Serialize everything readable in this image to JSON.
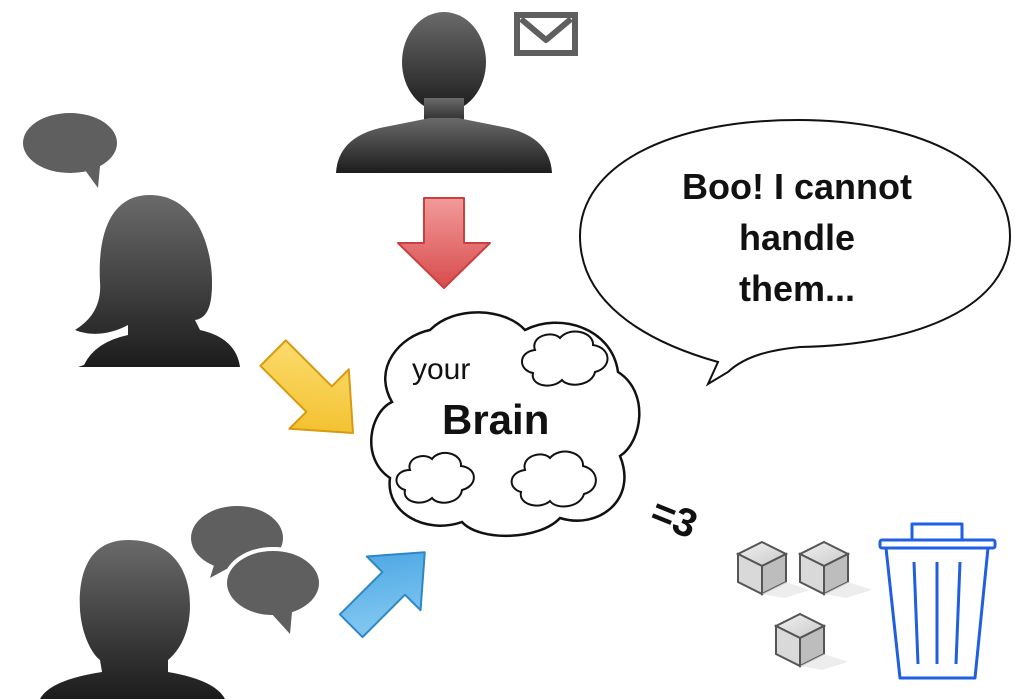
{
  "speech_bubble": {
    "lines": [
      "Boo! I cannot",
      "handle",
      "them..."
    ]
  },
  "brain": {
    "small_label": "your",
    "big_label": "Brain"
  },
  "sigh": "=3",
  "colors": {
    "silhouette": "#2b2b2b",
    "bubble_gray": "#5f5f5f",
    "arrow_red": "#e26b6b",
    "arrow_yellow": "#f6cf3a",
    "arrow_blue": "#5cb3e8",
    "trash_blue": "#1f5fe0"
  },
  "icons": [
    "envelope-icon",
    "speech-bubble-icon",
    "trash-can-icon",
    "cube-icon"
  ]
}
